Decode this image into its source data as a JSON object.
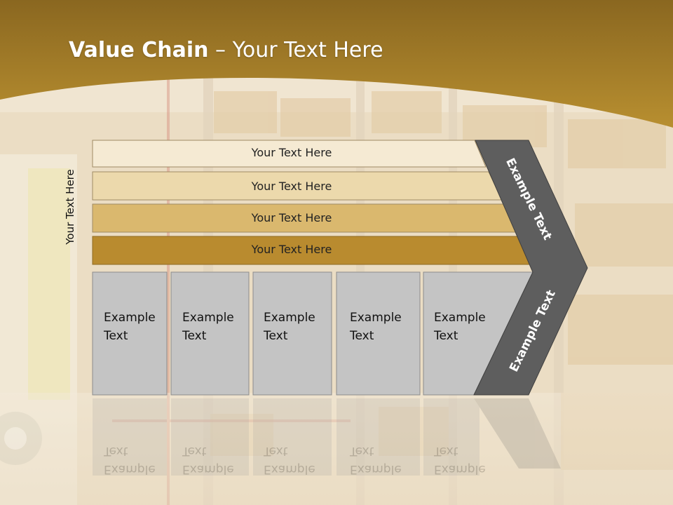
{
  "title": {
    "bold": "Value Chain",
    "rest": " – Your Text Here"
  },
  "vertical_label": "Your Text Here",
  "bands": [
    {
      "label": "Your Text Here",
      "color": "#f5ead3"
    },
    {
      "label": "Your Text Here",
      "color": "#ecd9ac"
    },
    {
      "label": "Your Text Here",
      "color": "#dab86e"
    },
    {
      "label": "Your Text Here",
      "color": "#b98b2f"
    }
  ],
  "boxes": [
    {
      "line1": "Example",
      "line2": "Text"
    },
    {
      "line1": "Example",
      "line2": "Text"
    },
    {
      "line1": "Example",
      "line2": "Text"
    },
    {
      "line1": "Example",
      "line2": "Text"
    },
    {
      "line1": "Example",
      "line2": "Text"
    }
  ],
  "arrow": {
    "upper_label": "Example Text",
    "lower_label": "Example Text"
  },
  "colors": {
    "header_gold": "#a67c22",
    "box_gray": "#c4c4c4",
    "arrow_dark": "#5e5e5e"
  }
}
